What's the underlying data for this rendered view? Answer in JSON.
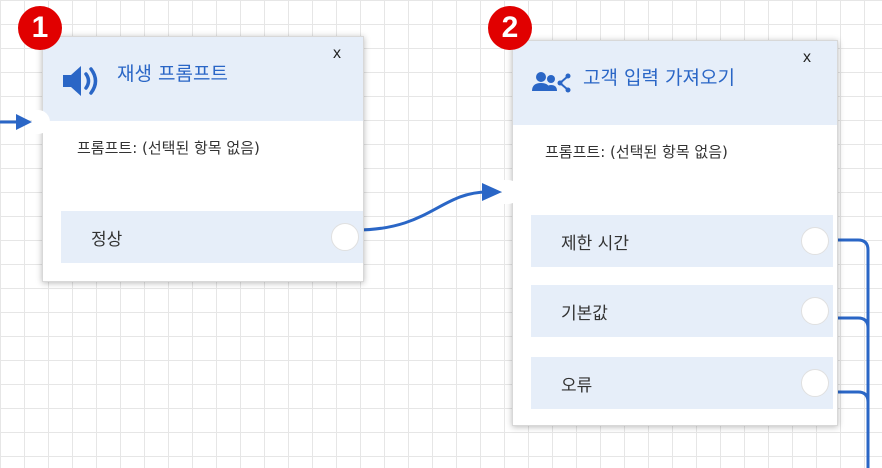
{
  "badges": {
    "first": "1",
    "second": "2"
  },
  "block1": {
    "title": "재생 프롬프트",
    "icon": "speaker-icon",
    "close_label": "x",
    "prompt_label": "프롬프트: (선택된 항목 없음)",
    "branches": [
      {
        "label": "정상"
      }
    ]
  },
  "block2": {
    "title": "고객 입력 가져오기",
    "icon": "customer-input-icon",
    "close_label": "x",
    "prompt_label": "프롬프트: (선택된 항목 없음)",
    "branches": [
      {
        "label": "제한 시간"
      },
      {
        "label": "기본값"
      },
      {
        "label": "오류"
      }
    ]
  },
  "colors": {
    "accent": "#2a66c6",
    "header_bg": "#e6eef9",
    "badge": "#e10000",
    "wire": "#2a66c6"
  }
}
